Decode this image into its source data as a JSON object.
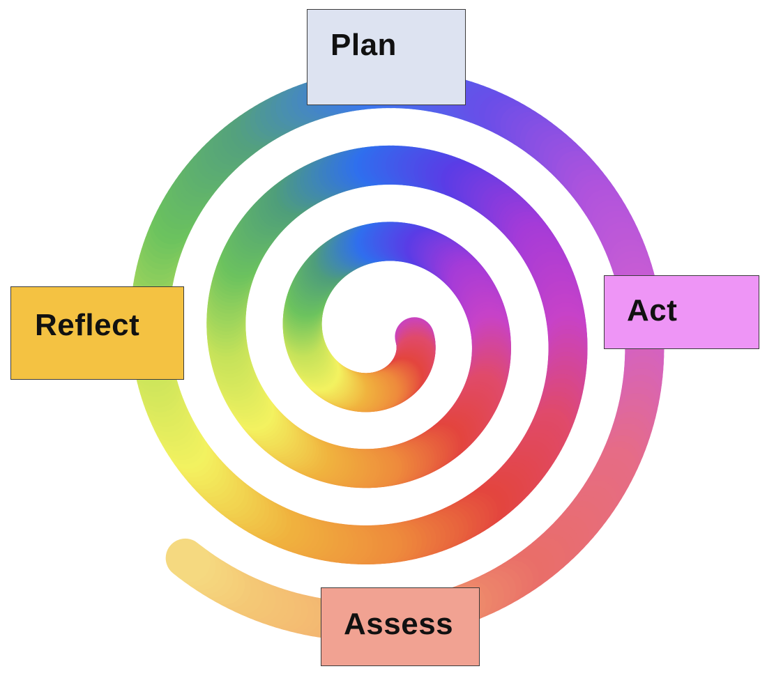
{
  "diagram": {
    "type": "spiral-cycle",
    "stages": [
      {
        "id": "plan",
        "label": "Plan",
        "fill": "#dde3f1"
      },
      {
        "id": "act",
        "label": "Act",
        "fill": "#ee95f6"
      },
      {
        "id": "assess",
        "label": "Assess",
        "fill": "#f1a292"
      },
      {
        "id": "reflect",
        "label": "Reflect",
        "fill": "#f4c242"
      }
    ],
    "spiral_colors": [
      "#f0dcb0",
      "#e9e070",
      "#f3f260",
      "#6cc35e",
      "#3a78ee",
      "#5e3de6",
      "#a43bd8",
      "#c742c8",
      "#e3453e",
      "#ee8a3c",
      "#f0b23e",
      "#e6ec56",
      "#6cc35e"
    ]
  }
}
